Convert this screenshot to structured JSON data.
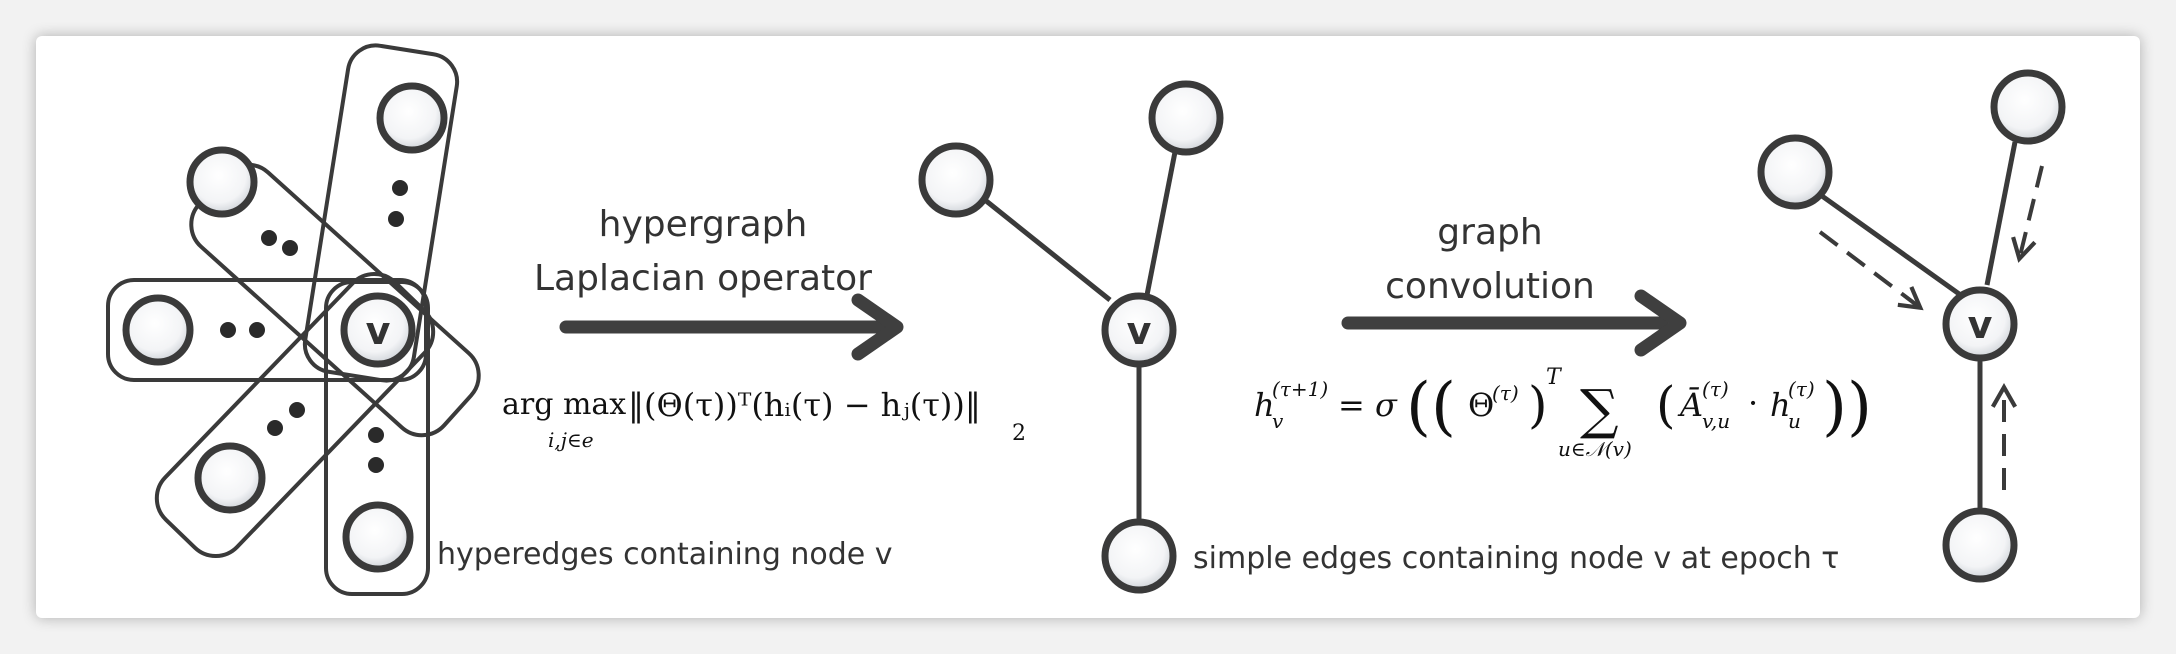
{
  "labels": {
    "step1_line1": "hypergraph",
    "step1_line2": "Laplacian operator",
    "step2_line1": "graph",
    "step2_line2": "convolution",
    "hyperedges_caption": "hyperedges containing node v",
    "simple_edges_caption": "simple edges containing node v at epoch τ"
  },
  "node_label": "v",
  "formulas": {
    "f1_op": "arg max",
    "f1_sub": "i,j∈e",
    "f1_body": "‖(Θ(τ))ᵀ(hᵢ(τ) − hⱼ(τ))‖",
    "f1_norm_sub": "2",
    "f2_lhs": "h",
    "f2_lhs_sub": "v",
    "f2_lhs_sup": "(τ+1)",
    "f2_eq": "= σ",
    "f2_theta": "Θ",
    "f2_tau": "(τ)",
    "f2_T": "T",
    "f2_sum": "∑",
    "f2_sum_sub": "u∈𝒩(v)",
    "f2_A": "Ā",
    "f2_A_sub": "v,u",
    "f2_dot": "·",
    "f2_h": "h",
    "f2_h_sub": "u"
  },
  "colors": {
    "stroke": "#3a3a3a",
    "node_fill_center": "#ffffff",
    "node_fill_edge": "#d9dce0",
    "arrow": "#3f3f3f"
  }
}
